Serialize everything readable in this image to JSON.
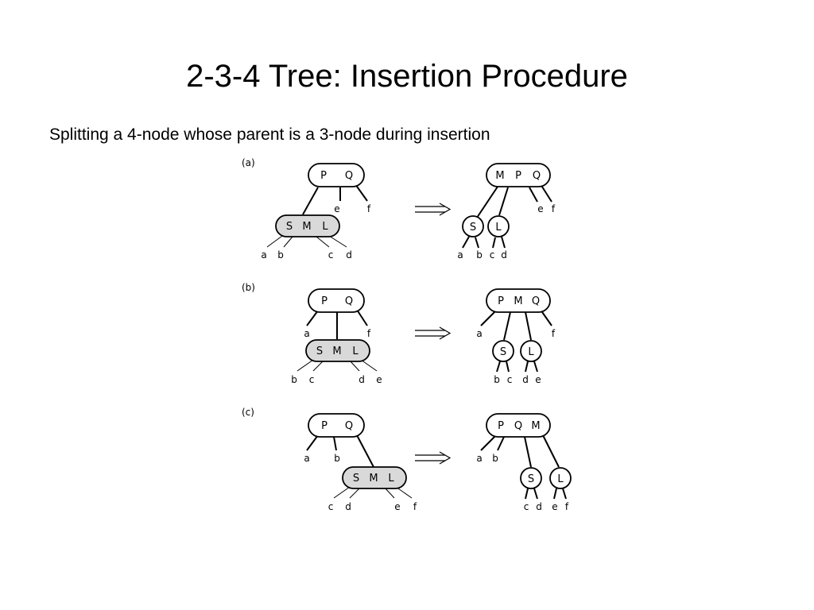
{
  "slide": {
    "title": "2-3-4 Tree: Insertion Procedure",
    "subtitle": "Splitting a 4-node whose parent is a 3-node during insertion"
  },
  "panels": [
    {
      "label": "(a)",
      "before": {
        "parent": [
          "P",
          "Q"
        ],
        "child": [
          "S",
          "M",
          "L"
        ],
        "leaves": [
          "a",
          "b",
          "c",
          "d",
          "e",
          "f"
        ]
      },
      "after": {
        "parent": [
          "M",
          "P",
          "Q"
        ],
        "left": "S",
        "right": "L",
        "leaves": [
          "a",
          "b",
          "c",
          "d",
          "e",
          "f"
        ]
      }
    },
    {
      "label": "(b)",
      "before": {
        "parent": [
          "P",
          "Q"
        ],
        "child": [
          "S",
          "M",
          "L"
        ],
        "leaves": [
          "a",
          "b",
          "c",
          "d",
          "e",
          "f"
        ]
      },
      "after": {
        "parent": [
          "P",
          "M",
          "Q"
        ],
        "left": "S",
        "right": "L",
        "leaves": [
          "a",
          "b",
          "c",
          "d",
          "e",
          "f"
        ]
      }
    },
    {
      "label": "(c)",
      "before": {
        "parent": [
          "P",
          "Q"
        ],
        "child": [
          "S",
          "M",
          "L"
        ],
        "leaves": [
          "a",
          "b",
          "c",
          "d",
          "e",
          "f"
        ]
      },
      "after": {
        "parent": [
          "P",
          "Q",
          "M"
        ],
        "left": "S",
        "right": "L",
        "leaves": [
          "a",
          "b",
          "c",
          "d",
          "e",
          "f"
        ]
      }
    }
  ]
}
